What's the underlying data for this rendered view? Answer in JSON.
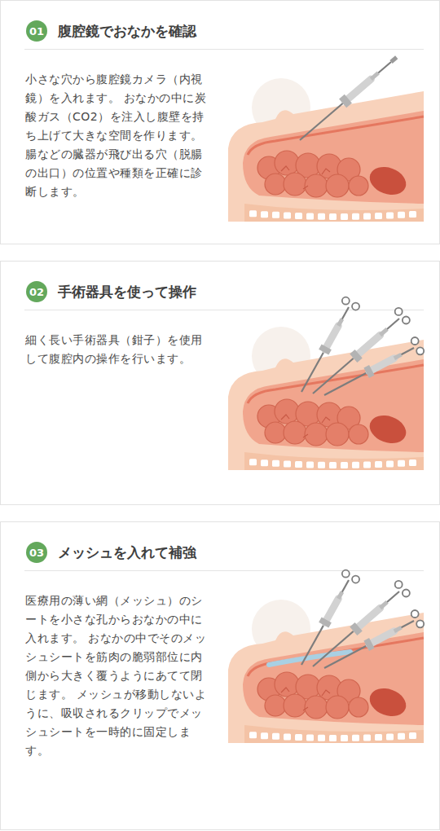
{
  "diagram": {
    "nodes": [
      {
        "text": [
          "腹腔鏡でおなかを確認",
          "小さな穴から腹腔鏡カメラ（内視鏡）を入れます。 おなかの中に炭酸ガス（CO2）を注入し腹壁を持ち上げて大きな空間を作ります。 腸などの臓器が飛び出る穴（脱腸の出口）の位置や種類を正確に診断します。"
        ]
      },
      {
        "text": [
          "01"
        ],
        "in": 0
      },
      {
        "text": [
          "手術器具を使って操作",
          "細く長い手術器具（鉗子）を使用して腹腔内の操作を行います。"
        ]
      },
      {
        "text": [
          "02"
        ],
        "in": 2
      },
      {
        "text": [
          "メッシュを入れて補強",
          "医療用の薄い網（メッシュ）のシートを小さな孔からおなかの中に入れます。 おなかの中でそのメッシュシートを筋肉の脆弱部位に内側から大きく覆うようにあてて閉じます。 メッシュが移動しないように、吸収されるクリップでメッシュシートを一時的に固定します。"
        ]
      },
      {
        "text": [
          "03"
        ],
        "in": 4
      }
    ]
  }
}
